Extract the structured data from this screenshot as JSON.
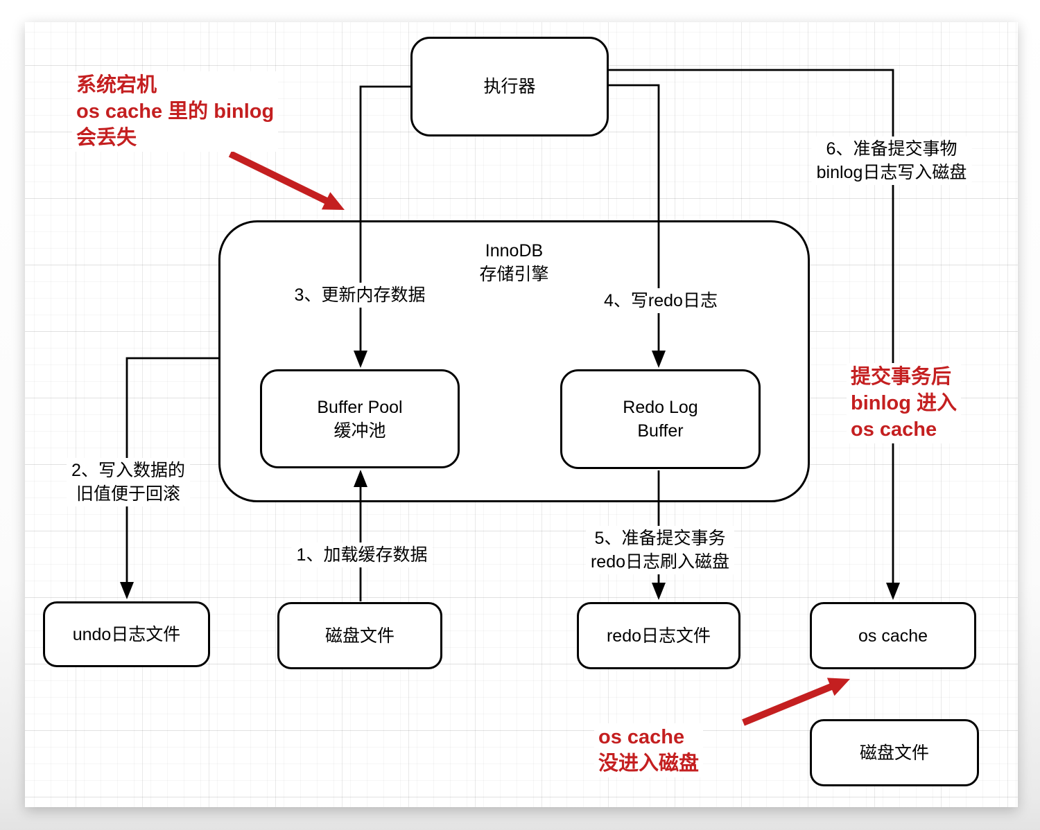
{
  "nodes": {
    "executor": "执行器",
    "innodb": [
      "InnoDB",
      "存储引擎"
    ],
    "buffer_pool": [
      "Buffer Pool",
      "缓冲池"
    ],
    "redo_log_buffer": [
      "Redo Log",
      "Buffer"
    ],
    "undo_log_file": "undo日志文件",
    "disk_file_center": "磁盘文件",
    "redo_log_file": "redo日志文件",
    "os_cache": "os cache",
    "disk_file_right": "磁盘文件"
  },
  "steps": {
    "s1": "1、加载缓存数据",
    "s2": [
      "2、写入数据的",
      "旧值便于回滚"
    ],
    "s3": "3、更新内存数据",
    "s4": "4、写redo日志",
    "s5": [
      "5、准备提交事务",
      "redo日志刷入磁盘"
    ],
    "s6": [
      "6、准备提交事物",
      "binlog日志写入磁盘"
    ]
  },
  "annotations": {
    "crash": [
      "系统宕机",
      "os cache 里的 binlog",
      "会丢失"
    ],
    "commit": [
      "提交事务后",
      "binlog 进入",
      "os cache"
    ],
    "not_flushed": [
      "os cache",
      "没进入磁盘"
    ]
  },
  "colors": {
    "annotation_red": "#c41f20",
    "line_black": "#000000",
    "handle_blue": "#3da8e8"
  }
}
